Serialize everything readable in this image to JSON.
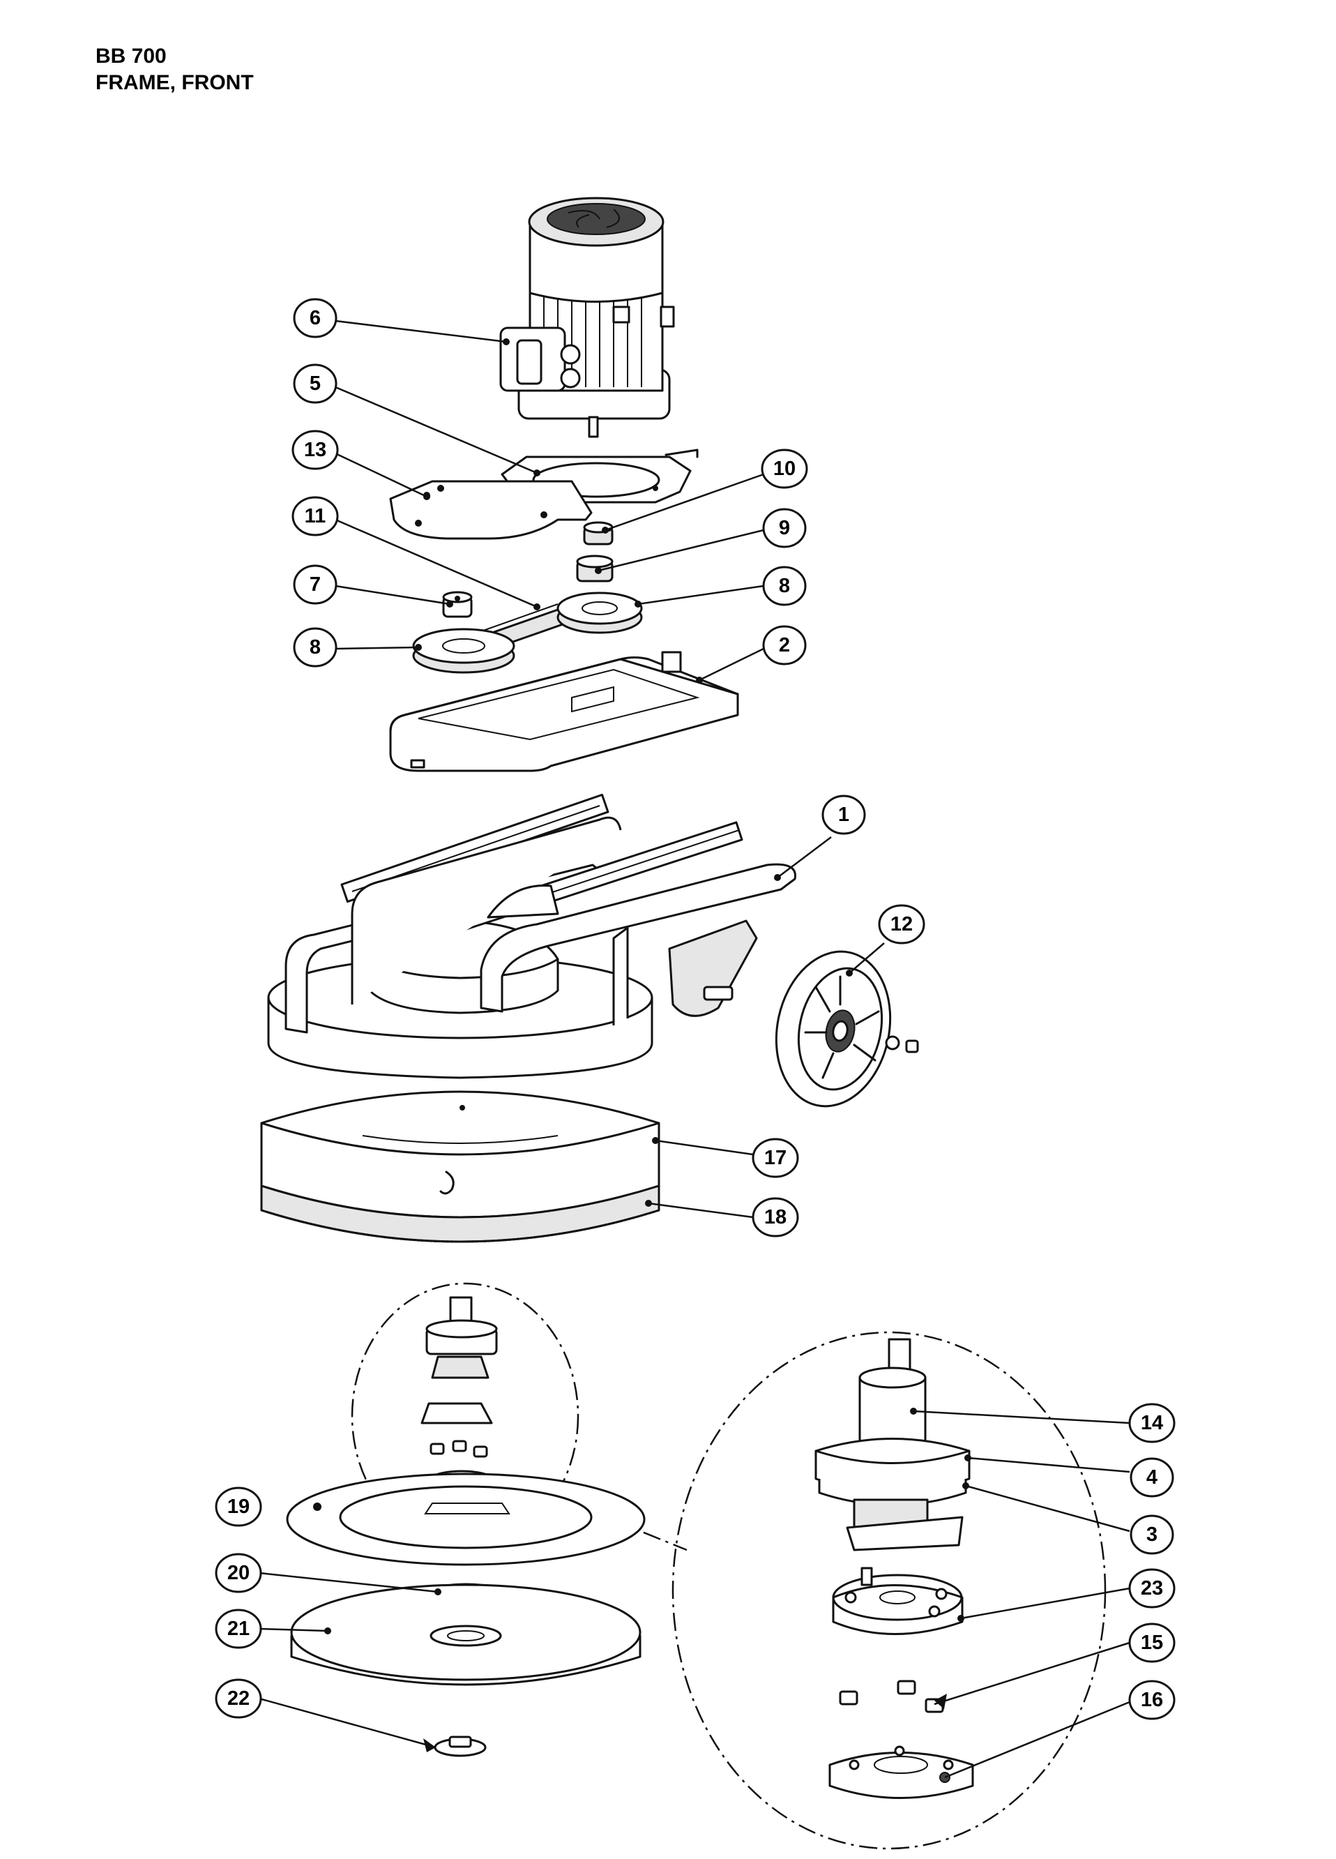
{
  "header": {
    "model": "BB 700",
    "section": "FRAME, FRONT"
  },
  "callouts": [
    {
      "id": "c6",
      "label": "6"
    },
    {
      "id": "c5",
      "label": "5"
    },
    {
      "id": "c13",
      "label": "13"
    },
    {
      "id": "c10",
      "label": "10"
    },
    {
      "id": "c11",
      "label": "11"
    },
    {
      "id": "c9",
      "label": "9"
    },
    {
      "id": "c7",
      "label": "7"
    },
    {
      "id": "c8a",
      "label": "8"
    },
    {
      "id": "c8b",
      "label": "8"
    },
    {
      "id": "c2",
      "label": "2"
    },
    {
      "id": "c1",
      "label": "1"
    },
    {
      "id": "c12",
      "label": "12"
    },
    {
      "id": "c17",
      "label": "17"
    },
    {
      "id": "c18",
      "label": "18"
    },
    {
      "id": "c14",
      "label": "14"
    },
    {
      "id": "c4",
      "label": "4"
    },
    {
      "id": "c3",
      "label": "3"
    },
    {
      "id": "c19",
      "label": "19"
    },
    {
      "id": "c20",
      "label": "20"
    },
    {
      "id": "c23",
      "label": "23"
    },
    {
      "id": "c21",
      "label": "21"
    },
    {
      "id": "c15",
      "label": "15"
    },
    {
      "id": "c22",
      "label": "22"
    },
    {
      "id": "c16",
      "label": "16"
    }
  ]
}
